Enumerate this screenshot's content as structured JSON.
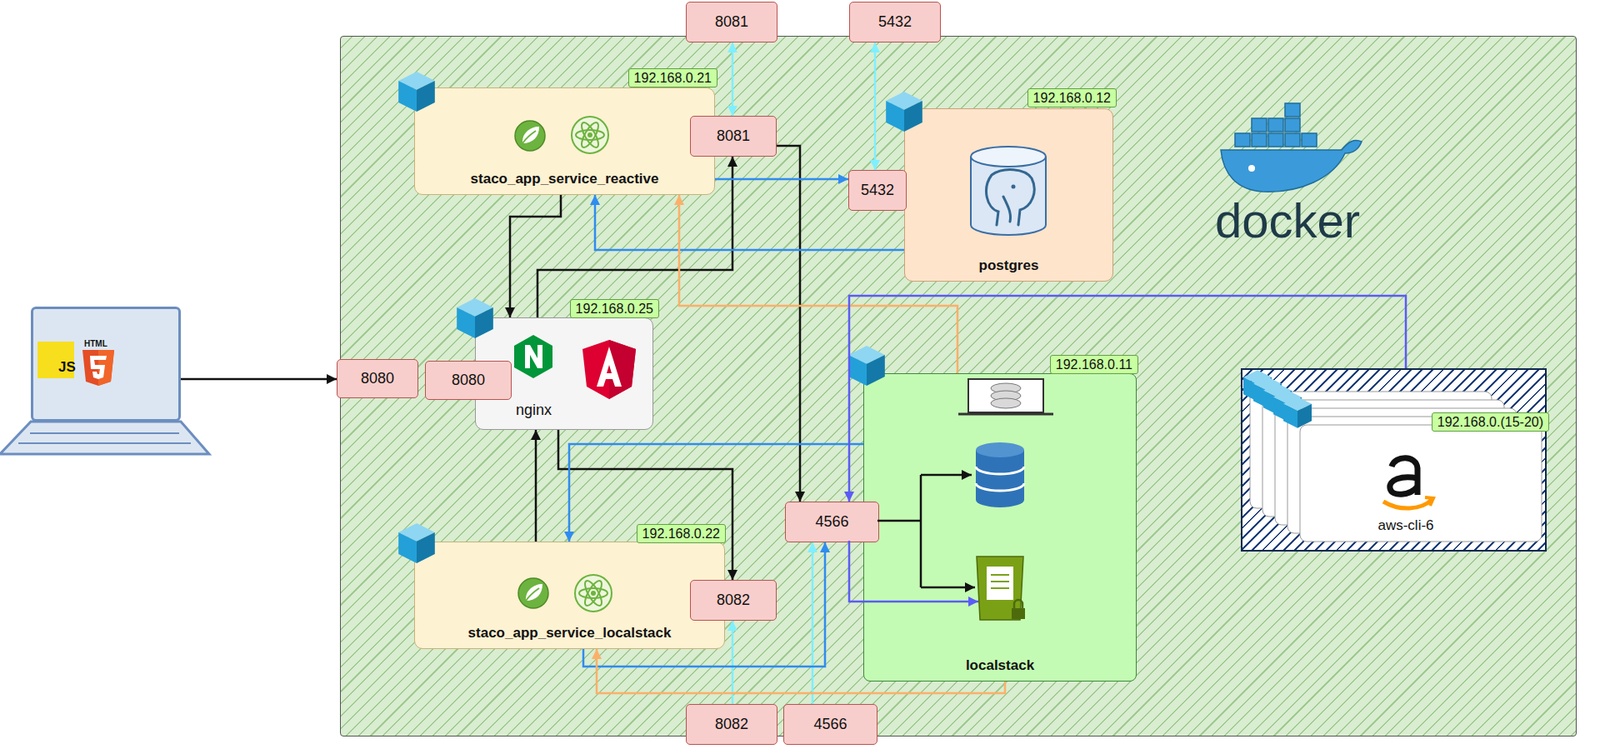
{
  "diagram": {
    "nodes": [
      {
        "text": [
          "JS",
          "HTML"
        ]
      },
      {
        "text": [
          "docker"
        ]
      },
      {
        "text": [
          "staco_app_service_reactive",
          "192.168.0.21"
        ],
        "in": 1
      },
      {
        "text": [
          "8081"
        ],
        "in": 2
      },
      {
        "text": [
          "postgres",
          "192.168.0.12"
        ],
        "in": 1
      },
      {
        "text": [
          "5432"
        ],
        "in": 4
      },
      {
        "text": [
          "nginx",
          "192.168.0.25"
        ],
        "in": 1
      },
      {
        "text": [
          "8080"
        ],
        "in": 6
      },
      {
        "text": [
          "localstack",
          "192.168.0.11"
        ],
        "in": 1
      },
      {
        "text": [
          "4566"
        ],
        "in": 8
      },
      {
        "text": [
          "aws-cli-6",
          "192.168.0.(15-20)"
        ],
        "in": 1
      },
      {
        "text": [
          "staco_app_service_localstack",
          "192.168.0.22"
        ],
        "in": 1
      },
      {
        "text": [
          "8082"
        ],
        "in": 11
      },
      {
        "text": [
          "8081"
        ]
      },
      {
        "text": [
          "5432"
        ]
      },
      {
        "text": [
          "8080"
        ]
      },
      {
        "text": [
          "8082"
        ]
      },
      {
        "text": [
          "4566"
        ]
      }
    ],
    "edges": [
      {
        "from": 0,
        "to": 15,
        "arrow": "to"
      },
      {
        "from": 13,
        "to": 3,
        "arrow": "both"
      },
      {
        "from": 14,
        "to": 5,
        "arrow": "both"
      },
      {
        "from": 16,
        "to": 12,
        "arrow": "to"
      },
      {
        "from": 17,
        "to": 9,
        "arrow": "to"
      },
      {
        "from": 2,
        "to": 6,
        "arrow": "to"
      },
      {
        "from": 6,
        "to": 3,
        "arrow": "to"
      },
      {
        "from": 3,
        "to": 9,
        "arrow": "to"
      },
      {
        "from": 2,
        "to": 5,
        "arrow": "to"
      },
      {
        "from": 4,
        "to": 2,
        "arrow": "to"
      },
      {
        "from": 8,
        "to": 2,
        "arrow": "to"
      },
      {
        "from": 11,
        "to": 6,
        "arrow": "to"
      },
      {
        "from": 6,
        "to": 12,
        "arrow": "to"
      },
      {
        "from": 8,
        "to": 11,
        "arrow": "to"
      },
      {
        "from": 11,
        "to": 9,
        "arrow": "to"
      },
      {
        "from": 8,
        "to": 11,
        "arrow": "to"
      },
      {
        "from": 10,
        "to": 9,
        "arrow": "to"
      }
    ]
  }
}
